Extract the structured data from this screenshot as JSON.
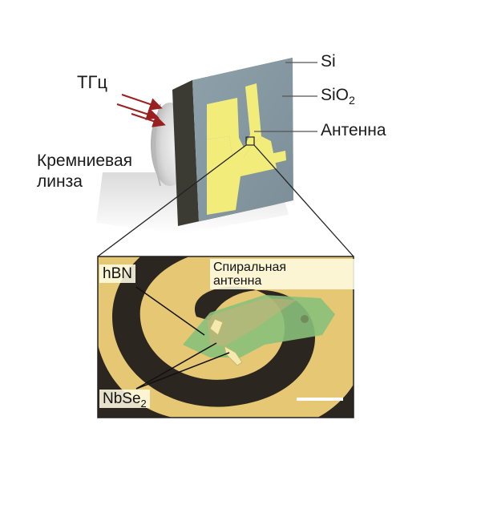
{
  "labels": {
    "thz": "ТГц",
    "si": "Si",
    "sio2_base": "SiO",
    "sio2_sub": "2",
    "antenna": "Антенна",
    "lens_line1": "Кремниевая",
    "lens_line2": "линза",
    "hbn": "hBN",
    "spiral_line1": "Спиральная",
    "spiral_line2": "антенна",
    "nbse_base": "NbSe",
    "nbse_sub": "2"
  },
  "colors": {
    "gold": "#f2ec7a",
    "substrate": "#879aa3",
    "substrate_edge": "#3b3a33",
    "arrow": "#9a1f1f",
    "micro_gold": "#e6c774",
    "micro_dark": "#2c2620",
    "hbn_flake": "#88c07a"
  }
}
